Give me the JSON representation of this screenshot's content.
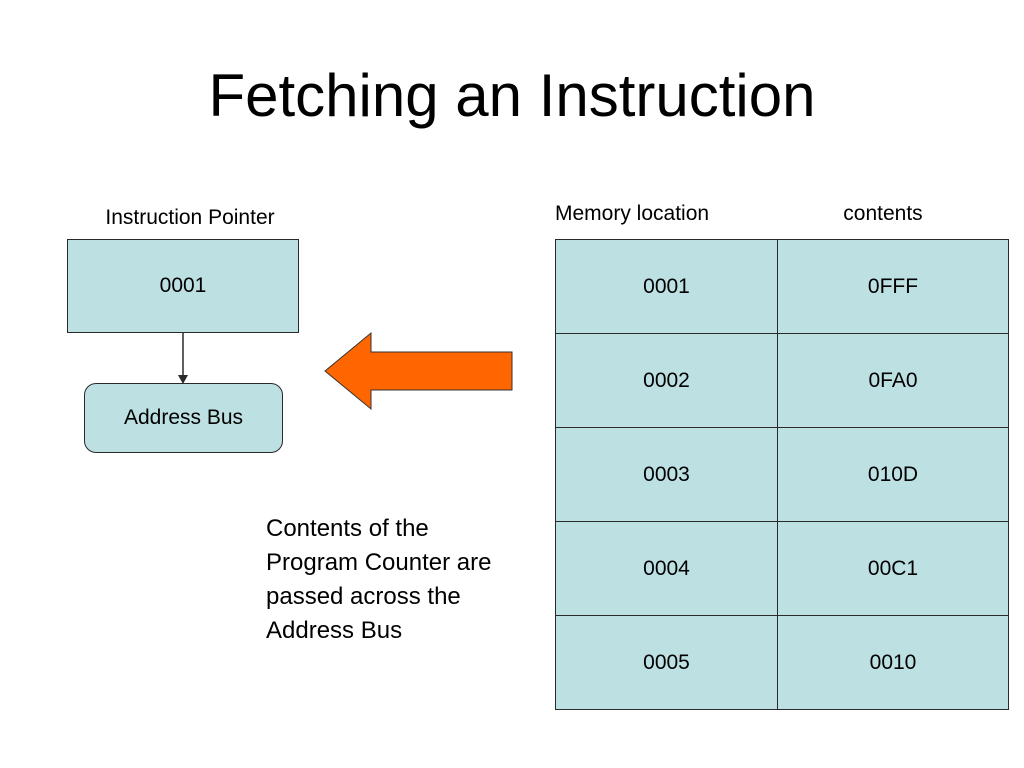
{
  "slide": {
    "title": "Fetching an Instruction"
  },
  "instruction_pointer": {
    "label": "Instruction Pointer",
    "value": "0001"
  },
  "address_bus": {
    "label": "Address Bus"
  },
  "memory": {
    "location_header": "Memory location",
    "contents_header": "contents",
    "rows": [
      {
        "location": "0001",
        "contents": "0FFF"
      },
      {
        "location": "0002",
        "contents": "0FA0"
      },
      {
        "location": "0003",
        "contents": "010D"
      },
      {
        "location": "0004",
        "contents": "00C1"
      },
      {
        "location": "0005",
        "contents": "0010"
      }
    ]
  },
  "note": "Contents of the Program Counter are passed across the Address Bus",
  "colors": {
    "box_fill": "#bde0e2",
    "arrow_fill": "#ff6600",
    "border": "#2a2a2a"
  }
}
